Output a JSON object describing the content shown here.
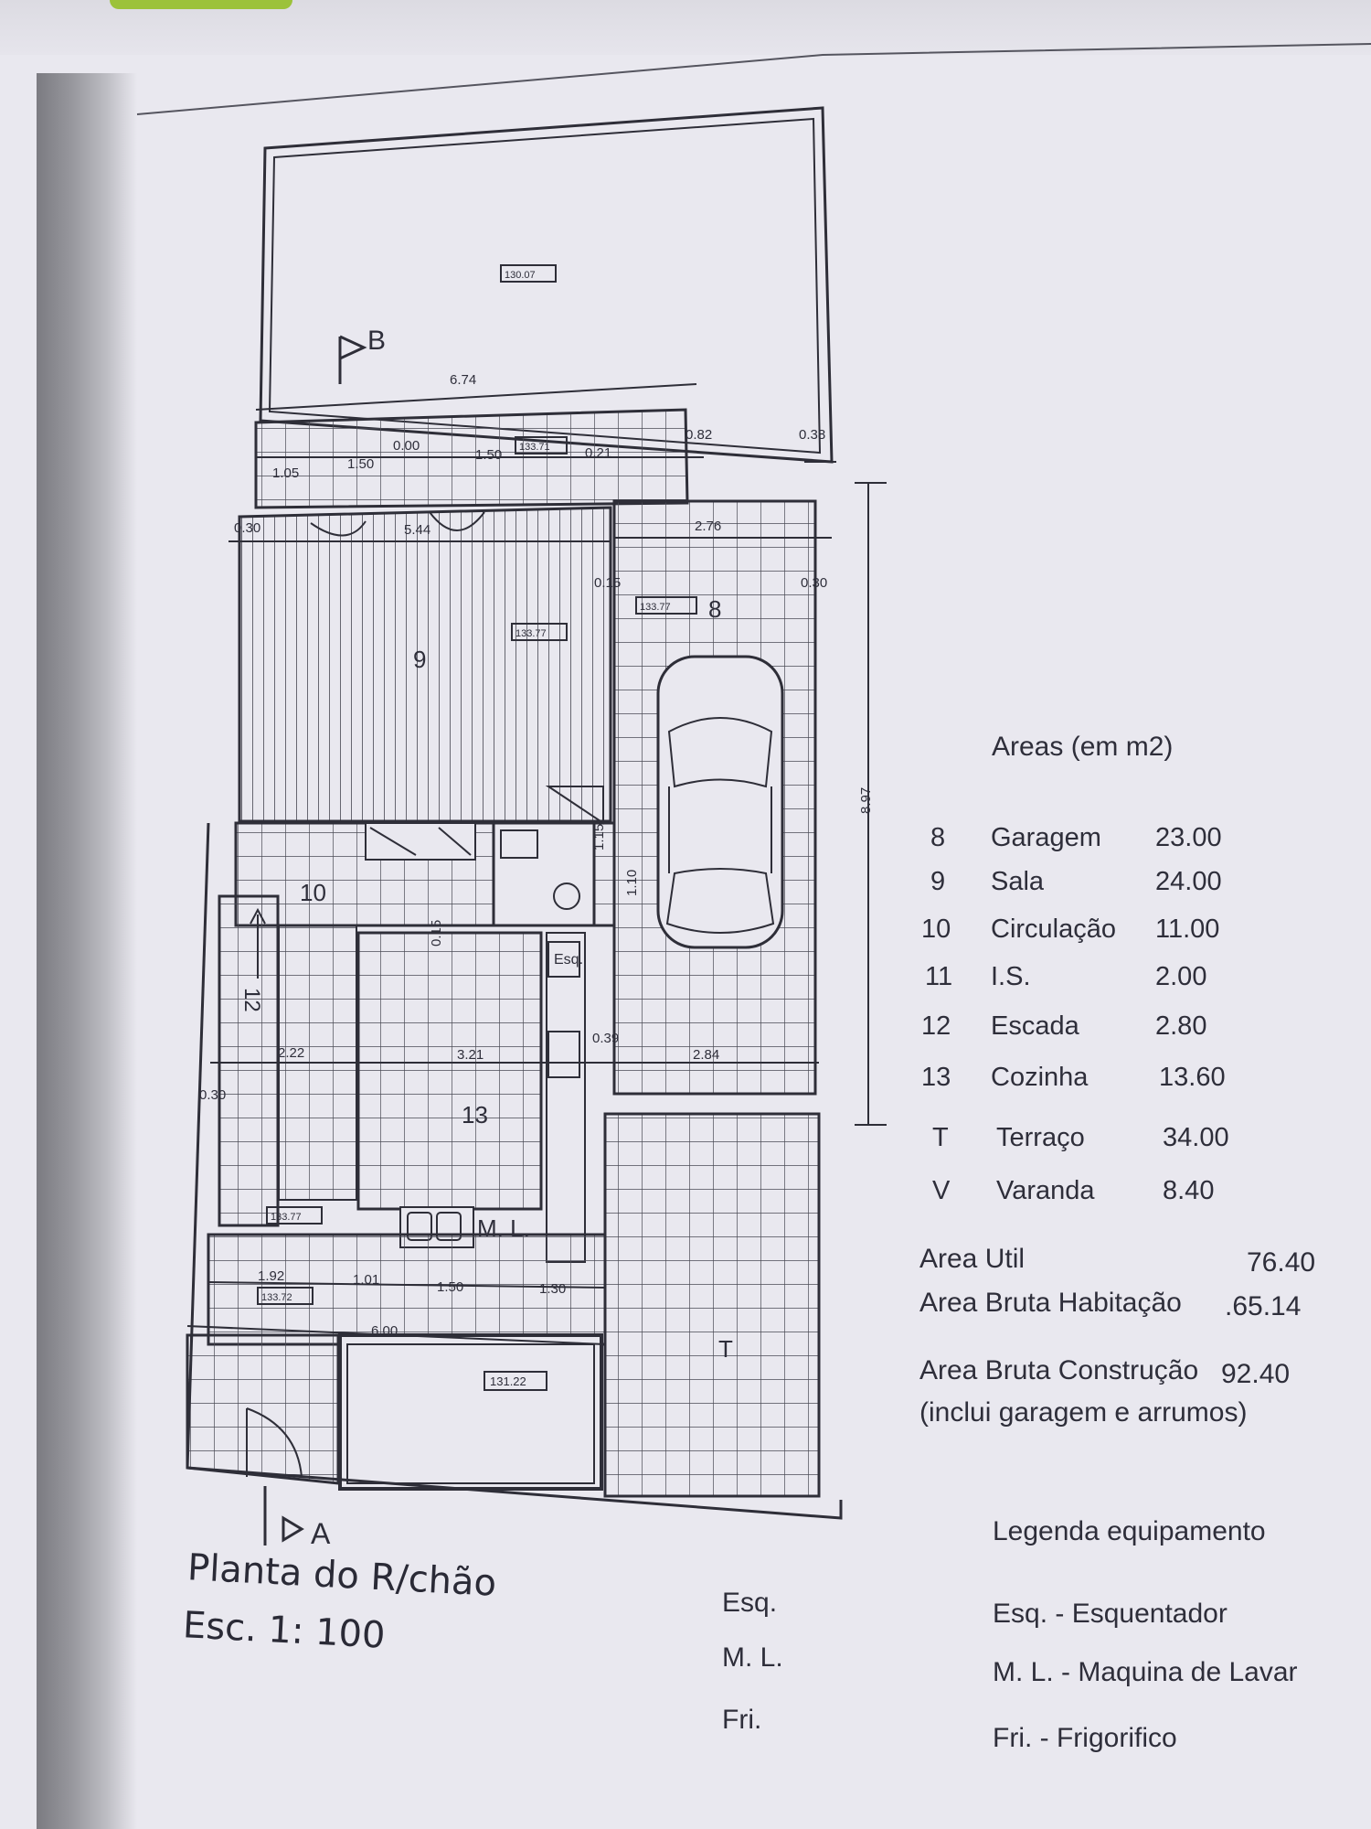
{
  "plan": {
    "section_b": "B",
    "section_a": "A",
    "room_numbers": {
      "sala": "9",
      "garagem": "8",
      "circulacao": "10",
      "escada": "12",
      "cozinha": "13",
      "terraco": "T"
    },
    "area_tags": {
      "top": "130.07",
      "sala": "133.77",
      "garagem": "133.77",
      "varanda": "133.71",
      "escada": "133.77",
      "inferior": "133.72",
      "bottom": "131.22"
    },
    "dimensions": {
      "d674": "6.74",
      "d105": "1.05",
      "d150a": "1.50",
      "d000": "0.00",
      "d150b": "1.50",
      "d021": "0.21",
      "d082": "0.82",
      "d038": "0.38",
      "d030a": "0.30",
      "d544": "5.44",
      "d276": "2.76",
      "d015a": "0.15",
      "d030b": "0.30",
      "d897": "8.97",
      "d115": "1.15",
      "d110": "1.10",
      "d015b": "0.15",
      "d222": "2.22",
      "d321": "3.21",
      "d039": "0.39",
      "d284": "2.84",
      "d030c": "0.30",
      "d192": "1.92",
      "d101": "1.01",
      "d150c": "1.50",
      "d130": "1.30",
      "d600": "6.00"
    },
    "equip": {
      "esq": "Esq.",
      "ml": "M. L."
    },
    "title": "Planta do R/chão",
    "scale": "Esc. 1: 100",
    "left_legend": [
      "Esq.",
      "M. L.",
      "Fri."
    ]
  },
  "areas": {
    "heading": "Areas (em m2)",
    "rows": [
      {
        "num": "8",
        "name": "Garagem",
        "value": "23.00"
      },
      {
        "num": "9",
        "name": "Sala",
        "value": "24.00"
      },
      {
        "num": "10",
        "name": "Circulação",
        "value": "11.00"
      },
      {
        "num": "11",
        "name": "I.S.",
        "value": "2.00"
      },
      {
        "num": "12",
        "name": "Escada",
        "value": "2.80"
      },
      {
        "num": "13",
        "name": "Cozinha",
        "value": "13.60"
      },
      {
        "num": "T",
        "name": "Terraço",
        "value": "34.00"
      },
      {
        "num": "V",
        "name": "Varanda",
        "value": "8.40"
      }
    ],
    "util_label": "Area Util",
    "util_value": "76.40",
    "bruta_hab_label": "Area Bruta Habitação",
    "bruta_hab_value": ".65.14",
    "bruta_const_label": "Area Bruta Construção",
    "bruta_const_value": "92.40",
    "bruta_const_note": "(inclui garagem e arrumos)"
  },
  "legend": {
    "heading": "Legenda equipamento",
    "items": [
      "Esq. - Esquentador",
      "M. L. - Maquina de Lavar",
      "Fri. - Frigorifico"
    ]
  }
}
